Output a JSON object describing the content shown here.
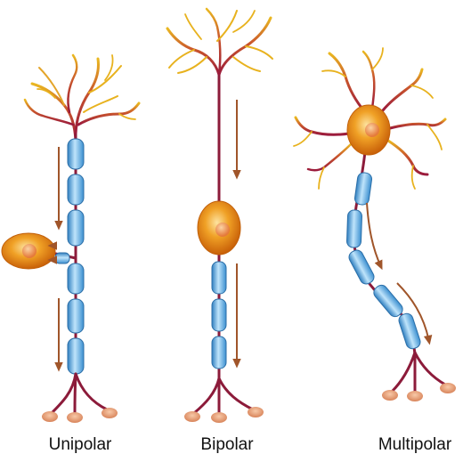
{
  "labels": {
    "unipolar": "Unipolar",
    "bipolar": "Bipolar",
    "multipolar": "Multipolar"
  },
  "colors": {
    "background": "#ffffff",
    "dendrite_outer": "#e8b21e",
    "dendrite_inner": "#9a1a3c",
    "axon": "#8c1b3a",
    "myelin": "#5aa6dc",
    "myelin_highlight": "#bfe4fb",
    "soma": "#e58a12",
    "soma_highlight": "#fbd27a",
    "nucleus": "#f4a35a",
    "terminal": "#e9a170",
    "arrow": "#a0552a"
  },
  "icons": {
    "arrow": "signal-direction-arrow"
  }
}
